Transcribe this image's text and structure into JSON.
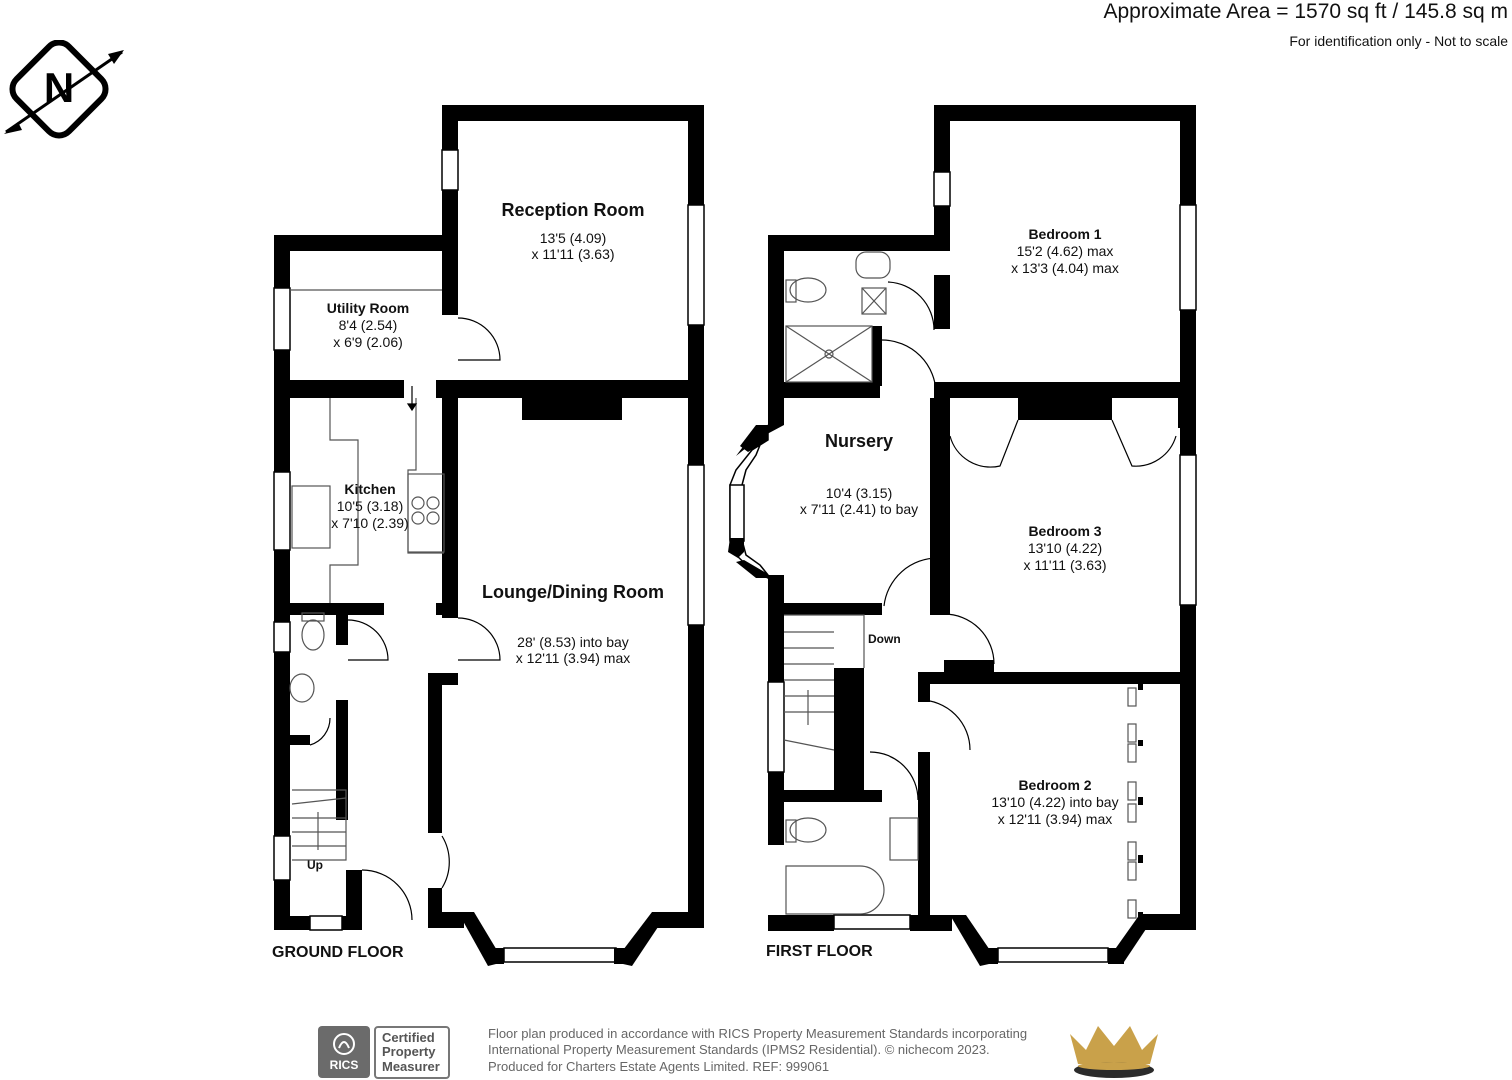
{
  "header": {
    "area": "Approximate Area = 1570 sq ft / 145.8 sq m",
    "note": "For identification only - Not to scale"
  },
  "compass": {
    "label": "N",
    "icon": "north-compass-icon"
  },
  "ground_floor": {
    "label": "GROUND FLOOR",
    "rooms": [
      {
        "name": "Reception Room",
        "dims": [
          "13'5 (4.09)",
          "x 11'11 (3.63)"
        ]
      },
      {
        "name": "Utility Room",
        "dims": [
          "8'4 (2.54)",
          "x 6'9 (2.06)"
        ]
      },
      {
        "name": "Kitchen",
        "dims": [
          "10'5 (3.18)",
          "x 7'10 (2.39)"
        ]
      },
      {
        "name": "Lounge/Dining Room",
        "dims": [
          "28' (8.53) into bay",
          "x 12'11 (3.94) max"
        ]
      }
    ],
    "stairs_label": "Up"
  },
  "first_floor": {
    "label": "FIRST FLOOR",
    "rooms": [
      {
        "name": "Bedroom 1",
        "dims": [
          "15'2 (4.62) max",
          "x 13'3 (4.04) max"
        ]
      },
      {
        "name": "Nursery",
        "dims": [
          "10'4 (3.15)",
          "x 7'11 (2.41) to bay"
        ]
      },
      {
        "name": "Bedroom 3",
        "dims": [
          "13'10 (4.22)",
          "x 11'11 (3.63)"
        ]
      },
      {
        "name": "Bedroom 2",
        "dims": [
          "13'10 (4.22) into bay",
          "x 12'11 (3.94) max"
        ]
      }
    ],
    "stairs_label": "Down"
  },
  "footer": {
    "rics_badge": "RICS",
    "cert_lines": [
      "Certified",
      "Property",
      "Measurer"
    ],
    "text_lines": [
      "Floor plan produced in accordance with RICS Property Measurement Standards incorporating",
      "International Property Measurement Standards (IPMS2 Residential).  © nichecom 2023.",
      "Produced for Charters Estate Agents Limited.   REF: 999061"
    ],
    "crown_icon": "crown-logo-icon"
  },
  "colors": {
    "wall": "#000000",
    "fixture": "#555555",
    "footer_text": "#666666",
    "crown_gold": "#c9a14a",
    "crown_dark": "#2b2b2b"
  }
}
